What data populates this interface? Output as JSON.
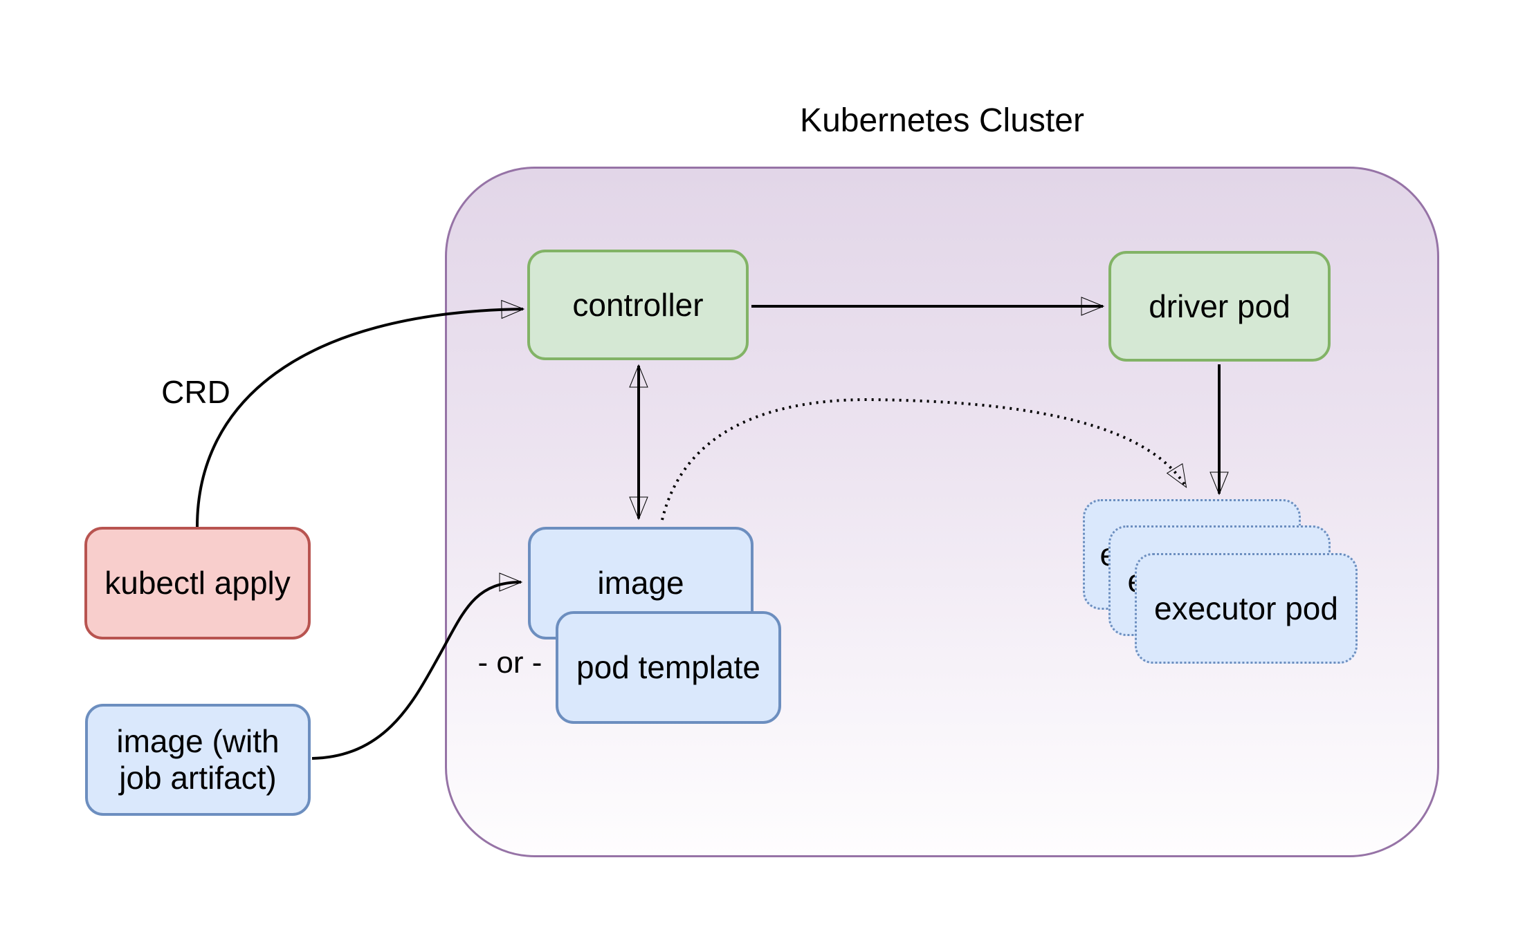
{
  "title": "Kubernetes Cluster",
  "nodes": {
    "controller": {
      "label": "controller"
    },
    "driver_pod": {
      "label": "driver pod"
    },
    "image": {
      "label": "image"
    },
    "pod_template": {
      "label": "pod template"
    },
    "executor_pod": {
      "label": "executor pod"
    },
    "kubectl_apply": {
      "label": "kubectl apply"
    },
    "job_image": {
      "label": "image (with\njob artifact)"
    }
  },
  "labels": {
    "crd": "CRD",
    "or": "- or -"
  },
  "edges": [
    {
      "from": "kubectl apply",
      "to": "controller",
      "style": "solid curved arrow",
      "label": "CRD"
    },
    {
      "from": "controller",
      "to": "driver pod",
      "style": "solid straight arrow"
    },
    {
      "from": "controller",
      "to": "image",
      "style": "solid double-headed arrow"
    },
    {
      "from": "driver pod",
      "to": "executor pod",
      "style": "solid straight arrow"
    },
    {
      "from": "image",
      "to": "executor pod",
      "style": "dotted curved arrow"
    },
    {
      "from": "image (with job artifact)",
      "to": "image",
      "style": "solid curved arrow"
    }
  ],
  "palette": {
    "purple-stroke": "#9673a6",
    "purple-fill-top": "#e2d6e8",
    "green-fill": "#d5e8d4",
    "green-stroke": "#82b366",
    "blue-fill": "#dae8fc",
    "blue-stroke": "#6c8ebf",
    "red-fill": "#f8cecc",
    "red-stroke": "#b85450",
    "ink": "#000000"
  }
}
